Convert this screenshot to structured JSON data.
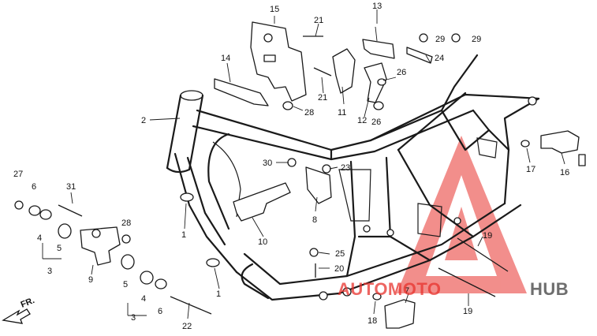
{
  "callouts": {
    "c1a": "1",
    "c1b": "1",
    "c2": "2",
    "c3a": "3",
    "c3b": "3",
    "c4a": "4",
    "c4b": "4",
    "c5a": "5",
    "c5b": "5",
    "c6a": "6",
    "c6b": "6",
    "c7": "7",
    "c8": "8",
    "c9": "9",
    "c10": "10",
    "c11": "11",
    "c12": "12",
    "c13": "13",
    "c14": "14",
    "c15": "15",
    "c16": "16",
    "c17": "17",
    "c18": "18",
    "c19a": "19",
    "c19b": "19",
    "c20": "20",
    "c21a": "21",
    "c21b": "21",
    "c22": "22",
    "c23": "23",
    "c24": "24",
    "c25": "25",
    "c26a": "26",
    "c26b": "26",
    "c27": "27",
    "c28a": "28",
    "c28b": "28",
    "c29a": "29",
    "c29b": "29",
    "c30": "30",
    "c31": "31"
  },
  "direction_label": "FR.",
  "watermark": {
    "text_a": "AUTOMOTO",
    "text_b": "HUB",
    "color": "#e8322d",
    "color_b": "#555555"
  }
}
